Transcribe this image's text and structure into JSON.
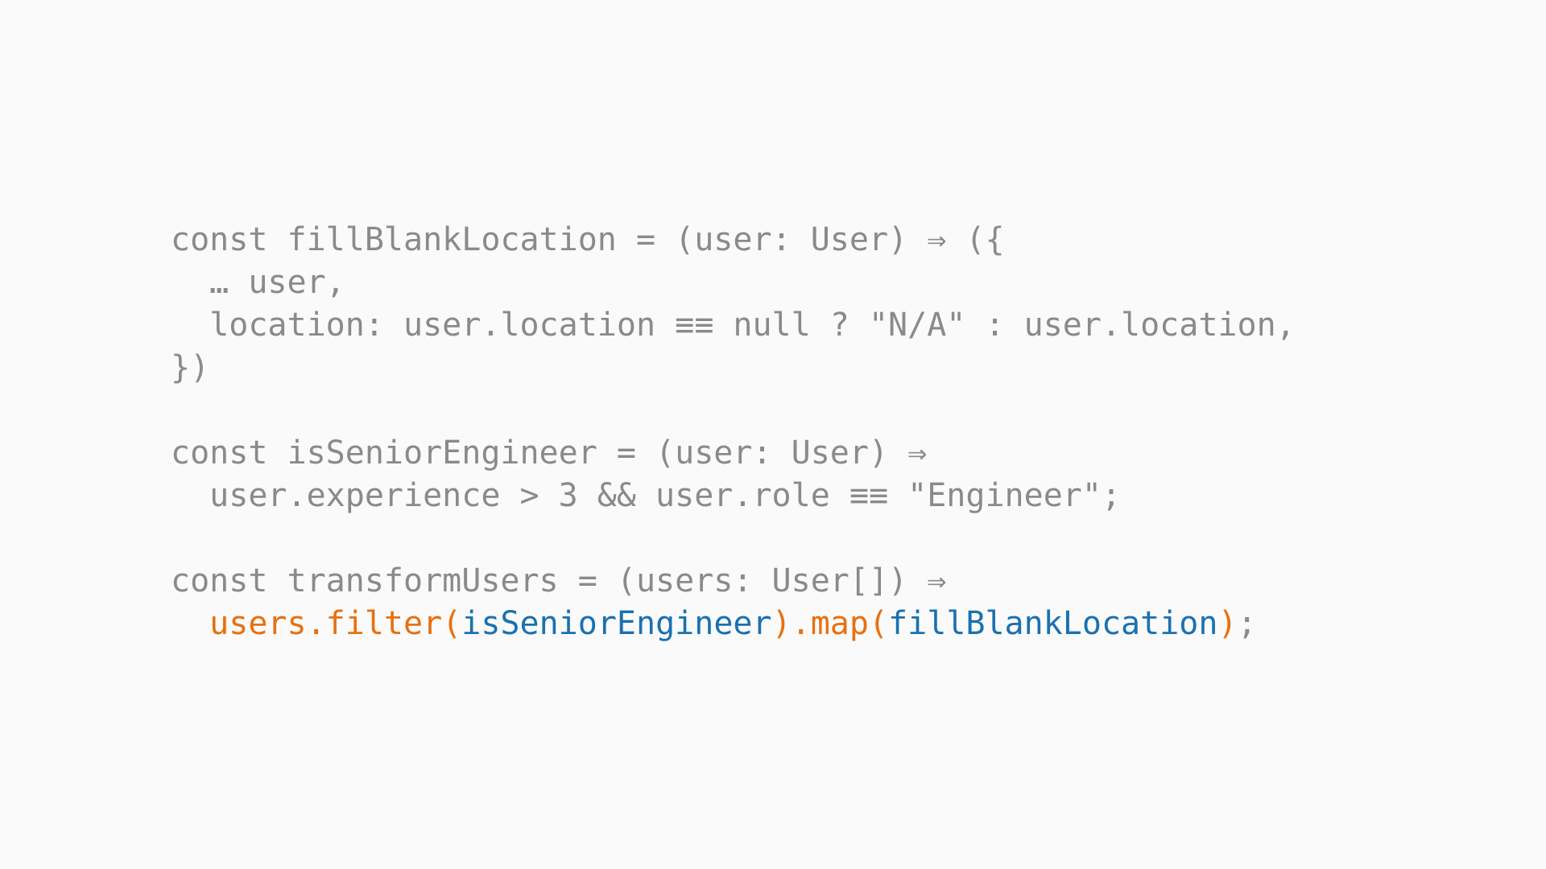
{
  "colors": {
    "background": "#fafafa",
    "text": "#8a8a8a",
    "highlight_call": "#e8700f",
    "highlight_arg": "#1a71b0"
  },
  "code": {
    "lines": [
      [
        {
          "text": "const fillBlankLocation = (user: User) ⇒ ({",
          "tone": "default"
        }
      ],
      [
        {
          "text": "  … user,",
          "tone": "default"
        }
      ],
      [
        {
          "text": "  location: user.location ≡≡ null ? \"N/A\" : user.location,",
          "tone": "default"
        }
      ],
      [
        {
          "text": "})",
          "tone": "default"
        }
      ],
      [],
      [
        {
          "text": "const isSeniorEngineer = (user: User) ⇒",
          "tone": "default"
        }
      ],
      [
        {
          "text": "  user.experience > 3 && user.role ≡≡ \"Engineer\";",
          "tone": "default"
        }
      ],
      [],
      [
        {
          "text": "const transformUsers = (users: User[]) ⇒",
          "tone": "default"
        }
      ],
      [
        {
          "text": "  ",
          "tone": "default"
        },
        {
          "text": "users.filter(",
          "tone": "orange"
        },
        {
          "text": "isSeniorEngineer",
          "tone": "blue"
        },
        {
          "text": ").map(",
          "tone": "orange"
        },
        {
          "text": "fillBlankLocation",
          "tone": "blue"
        },
        {
          "text": ")",
          "tone": "orange"
        },
        {
          "text": ";",
          "tone": "default"
        }
      ]
    ]
  }
}
